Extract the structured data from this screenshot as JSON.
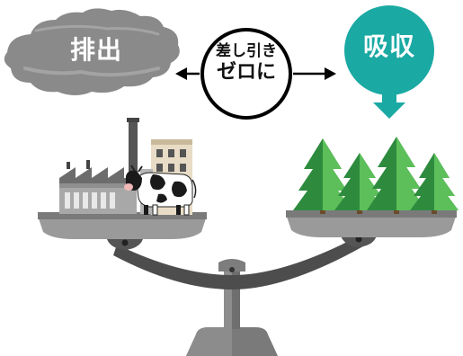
{
  "labels": {
    "emission": "排出",
    "absorption": "吸収",
    "center_line1": "差し引き",
    "center_line2": "ゼロに"
  },
  "colors": {
    "cloud_gray": "#8a8a8a",
    "teal": "#1aa9a3",
    "tree_dark": "#2e8b3e",
    "tree_light": "#5cbf5a",
    "scale_gray": "#9a9a9a",
    "scale_dark": "#4d4d4d"
  },
  "icons": {
    "left_pan": [
      "factory-icon",
      "building-icon",
      "cow-icon"
    ],
    "right_pan": [
      "tree-icon"
    ],
    "arrows": [
      "left-arrow-icon",
      "right-arrow-icon",
      "down-arrow-icon"
    ]
  }
}
